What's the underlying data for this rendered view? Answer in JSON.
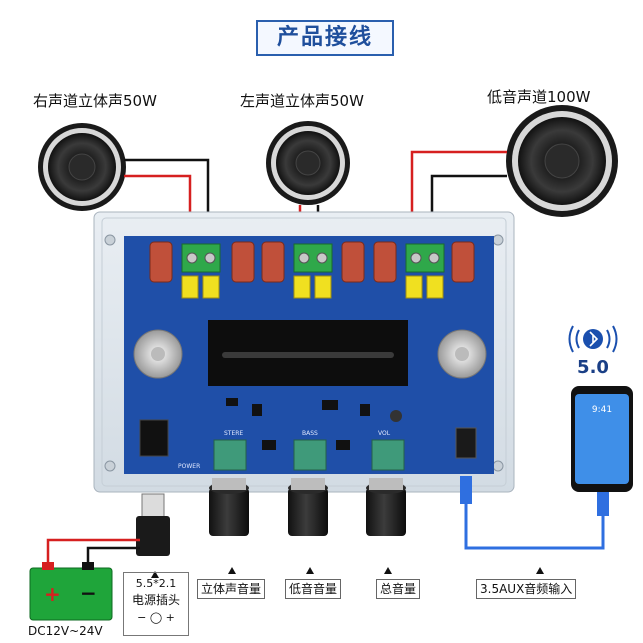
{
  "title": "产品接线",
  "speakers": [
    {
      "label": "右声道立体声50W"
    },
    {
      "label": "左声道立体声50W"
    },
    {
      "label": "低音声道100W"
    }
  ],
  "bluetooth": {
    "version": "5.0"
  },
  "phone": {
    "time": "9:41"
  },
  "battery": {
    "plus": "+",
    "minus": "−",
    "voltage_label": "DC12V~24V"
  },
  "power_jack": {
    "size": "5.5*2.1",
    "name": "电源插头",
    "polarity": "− ◯ +"
  },
  "knob_labels": [
    "立体声音量",
    "低音音量",
    "总音量"
  ],
  "aux_label": "3.5AUX音频输入",
  "board_silkscreen": {
    "power": "POWER",
    "stere": "STERE",
    "bass": "BASS",
    "vol": "VOL"
  },
  "colors": {
    "wire_red": "#d62020",
    "wire_black": "#111111",
    "board_blue": "#1f4fa8",
    "cable_blue": "#2f6fe0",
    "battery_green": "#1fa53a",
    "terminal_green": "#2fa84a"
  }
}
